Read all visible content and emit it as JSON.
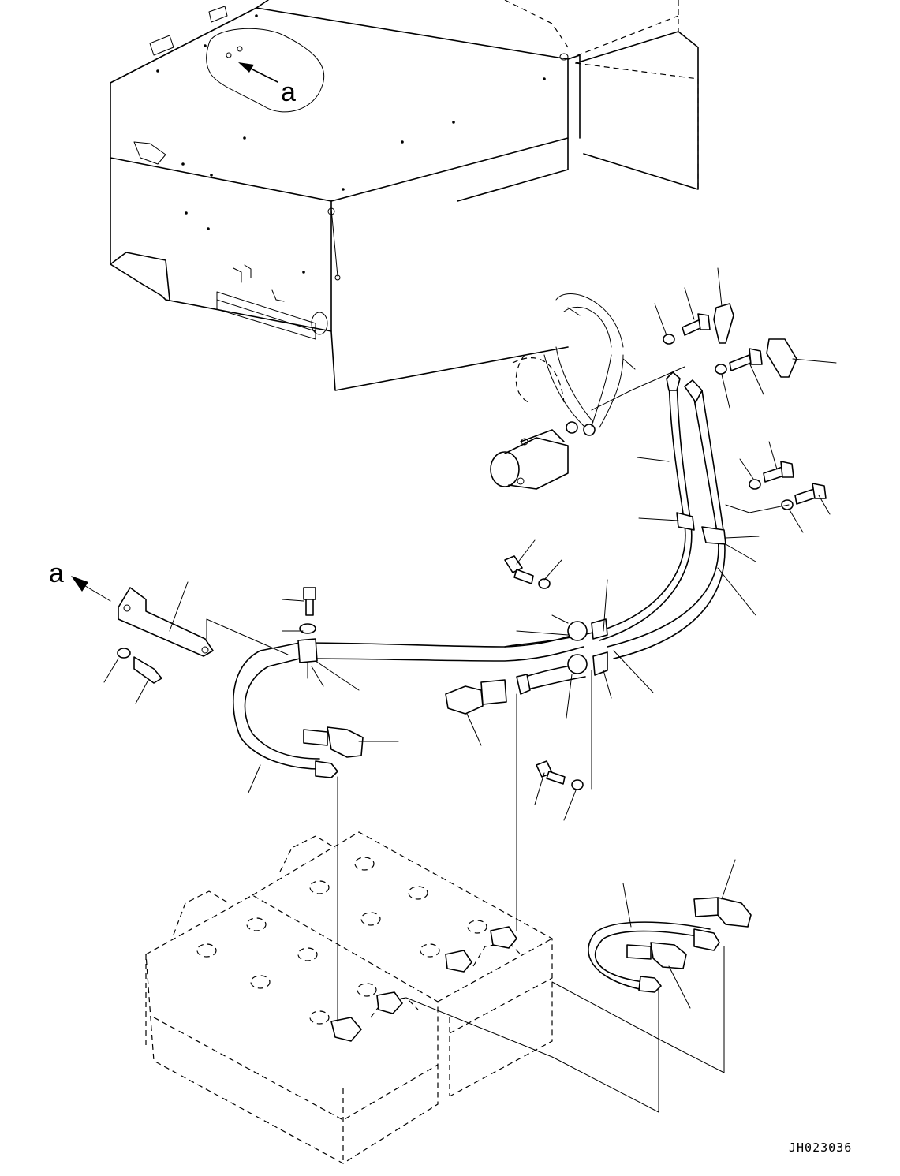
{
  "view_marker": {
    "label": "a"
  },
  "detail_marker": {
    "label": "a"
  },
  "drawing_code": "JH023036"
}
